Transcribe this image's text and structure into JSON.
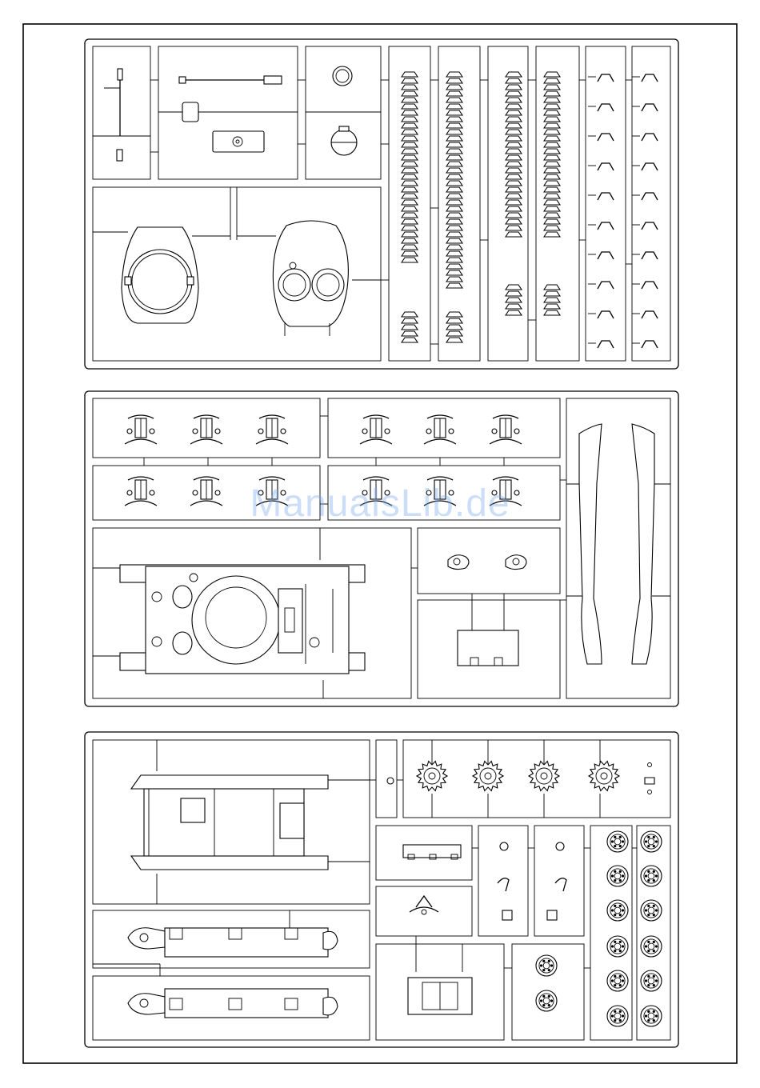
{
  "document": {
    "type": "model kit parts sprue sheet",
    "watermark": "ManualsLib.de",
    "sprue_frames": 3
  },
  "colors": {
    "line": "#000000",
    "background": "#ffffff",
    "watermark": "#78a5eb"
  }
}
